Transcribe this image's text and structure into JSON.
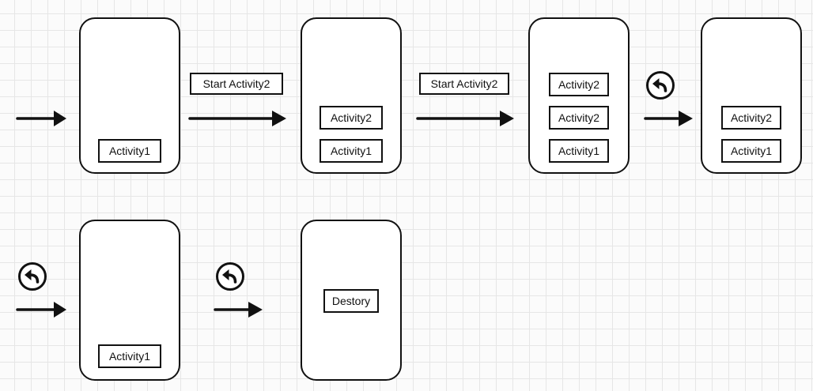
{
  "arrows": {
    "start_activity_label_1": "Start Activity2",
    "start_activity_label_2": "Start Activity2"
  },
  "stacks": {
    "stack_1": [
      "Activity1"
    ],
    "stack_2": [
      "Activity2",
      "Activity1"
    ],
    "stack_3": [
      "Activity2",
      "Activity2",
      "Activity1"
    ],
    "stack_4": [
      "Activity2",
      "Activity1"
    ],
    "stack_5": [
      "Activity1"
    ],
    "stack_6": [
      "Destory"
    ]
  },
  "icons": {
    "back": "back-arrow-icon",
    "arrow": "right-arrow-icon"
  }
}
